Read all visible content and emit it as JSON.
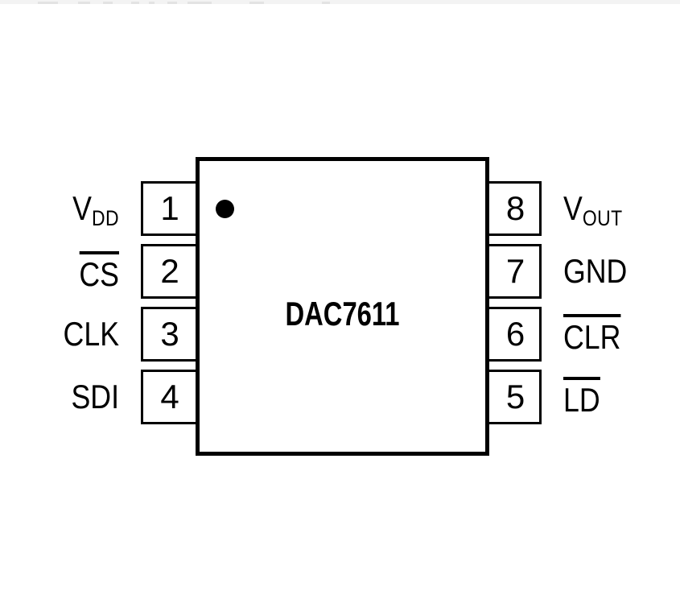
{
  "diagram": {
    "type": "ic-pinout",
    "chip": {
      "title": "DAC7611",
      "package_pins": 8,
      "pin1_indicator": "dot"
    },
    "colors": {
      "background": "#ffffff",
      "line": "#000000",
      "text": "#000000",
      "top_strip": "#f3f3f3"
    },
    "pins": {
      "left": [
        {
          "number": "1",
          "label": "V",
          "subscript": "DD",
          "overline": false
        },
        {
          "number": "2",
          "label": "CS",
          "subscript": "",
          "overline": true
        },
        {
          "number": "3",
          "label": "CLK",
          "subscript": "",
          "overline": false
        },
        {
          "number": "4",
          "label": "SDI",
          "subscript": "",
          "overline": false
        }
      ],
      "right": [
        {
          "number": "8",
          "label": "V",
          "subscript": "OUT",
          "overline": false
        },
        {
          "number": "7",
          "label": "GND",
          "subscript": "",
          "overline": false
        },
        {
          "number": "6",
          "label": "CLR",
          "subscript": "",
          "overline": true
        },
        {
          "number": "5",
          "label": "LD",
          "subscript": "",
          "overline": true
        }
      ]
    }
  }
}
